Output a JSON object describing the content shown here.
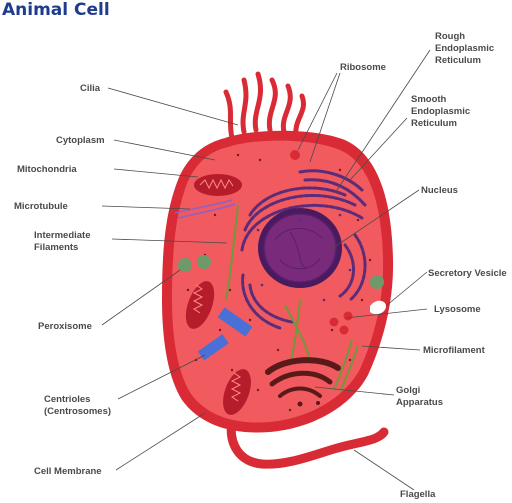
{
  "title": "Animal Cell",
  "labels": {
    "cilia": "Cilia",
    "cytoplasm": "Cytoplasm",
    "mitochondria": "Mitochondria",
    "microtubule": "Microtubule",
    "intermediate_filaments_1": "Intermediate",
    "intermediate_filaments_2": "Filaments",
    "peroxisome": "Peroxisome",
    "centrioles_1": "Centrioles",
    "centrioles_2": "(Centrosomes)",
    "cell_membrane": "Cell Membrane",
    "ribosome": "Ribosome",
    "rough_er_1": "Rough",
    "rough_er_2": "Endoplasmic",
    "rough_er_3": "Reticulum",
    "smooth_er_1": "Smooth",
    "smooth_er_2": "Endoplasmic",
    "smooth_er_3": "Reticulum",
    "nucleus": "Nucleus",
    "secretory_vesicle": "Secretory Vesicle",
    "lysosome": "Lysosome",
    "microfilament": "Microfilament",
    "golgi_1": "Golgi",
    "golgi_2": "Apparatus",
    "flagella": "Flagella"
  },
  "colors": {
    "title": "#1f3c8c",
    "membrane": "#d92b35",
    "cytoplasm": "#f15a5e",
    "nucleus": "#5a1e6e",
    "er": "#5b2c7a",
    "mitochondria": "#b71c2a",
    "peroxisome": "#6e9a6a",
    "centriole": "#4a6fd6",
    "filament": "#7aa33e",
    "label": "#4a4a4a"
  }
}
